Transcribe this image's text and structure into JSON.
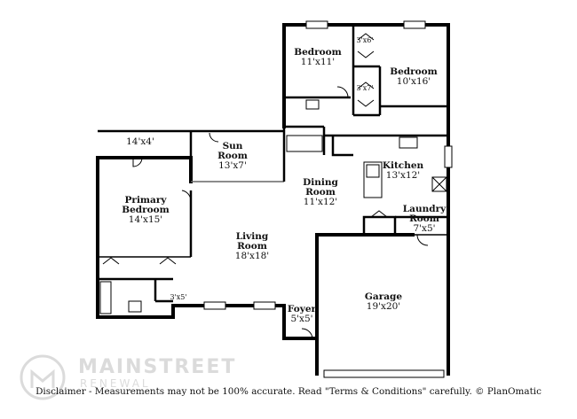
{
  "rooms": {
    "bedroom2": {
      "name": "Bedroom",
      "dims": "11'x11'"
    },
    "bedroom3": {
      "name": "Bedroom",
      "dims": "10'x16'"
    },
    "closet_a": {
      "dims": "3'x6'"
    },
    "closet_b": {
      "dims": "3'x7'"
    },
    "sun_room": {
      "name1": "Sun",
      "name2": "Room",
      "dims": "13'x7'"
    },
    "porch": {
      "dims": "14'x4'"
    },
    "dining": {
      "name1": "Dining",
      "name2": "Room",
      "dims": "11'x12'"
    },
    "kitchen": {
      "name": "Kitchen",
      "dims": "13'x12'"
    },
    "primary": {
      "name1": "Primary",
      "name2": "Bedroom",
      "dims": "14'x15'"
    },
    "laundry": {
      "name1": "Laundry",
      "name2": "Room",
      "dims": "7'x5'"
    },
    "living": {
      "name1": "Living",
      "name2": "Room",
      "dims": "18'x18'"
    },
    "closet_c": {
      "dims": "3'x5'"
    },
    "garage": {
      "name": "Garage",
      "dims": "19'x20'"
    },
    "foyer": {
      "name": "Foyer",
      "dims": "5'x5'"
    }
  },
  "logo": {
    "line1": "MAINSTREET",
    "line2": "RENEWAL"
  },
  "disclaimer": "Disclaimer - Measurements may not be 100% accurate. Read \"Terms & Conditions\" carefully. © PlanOmatic"
}
